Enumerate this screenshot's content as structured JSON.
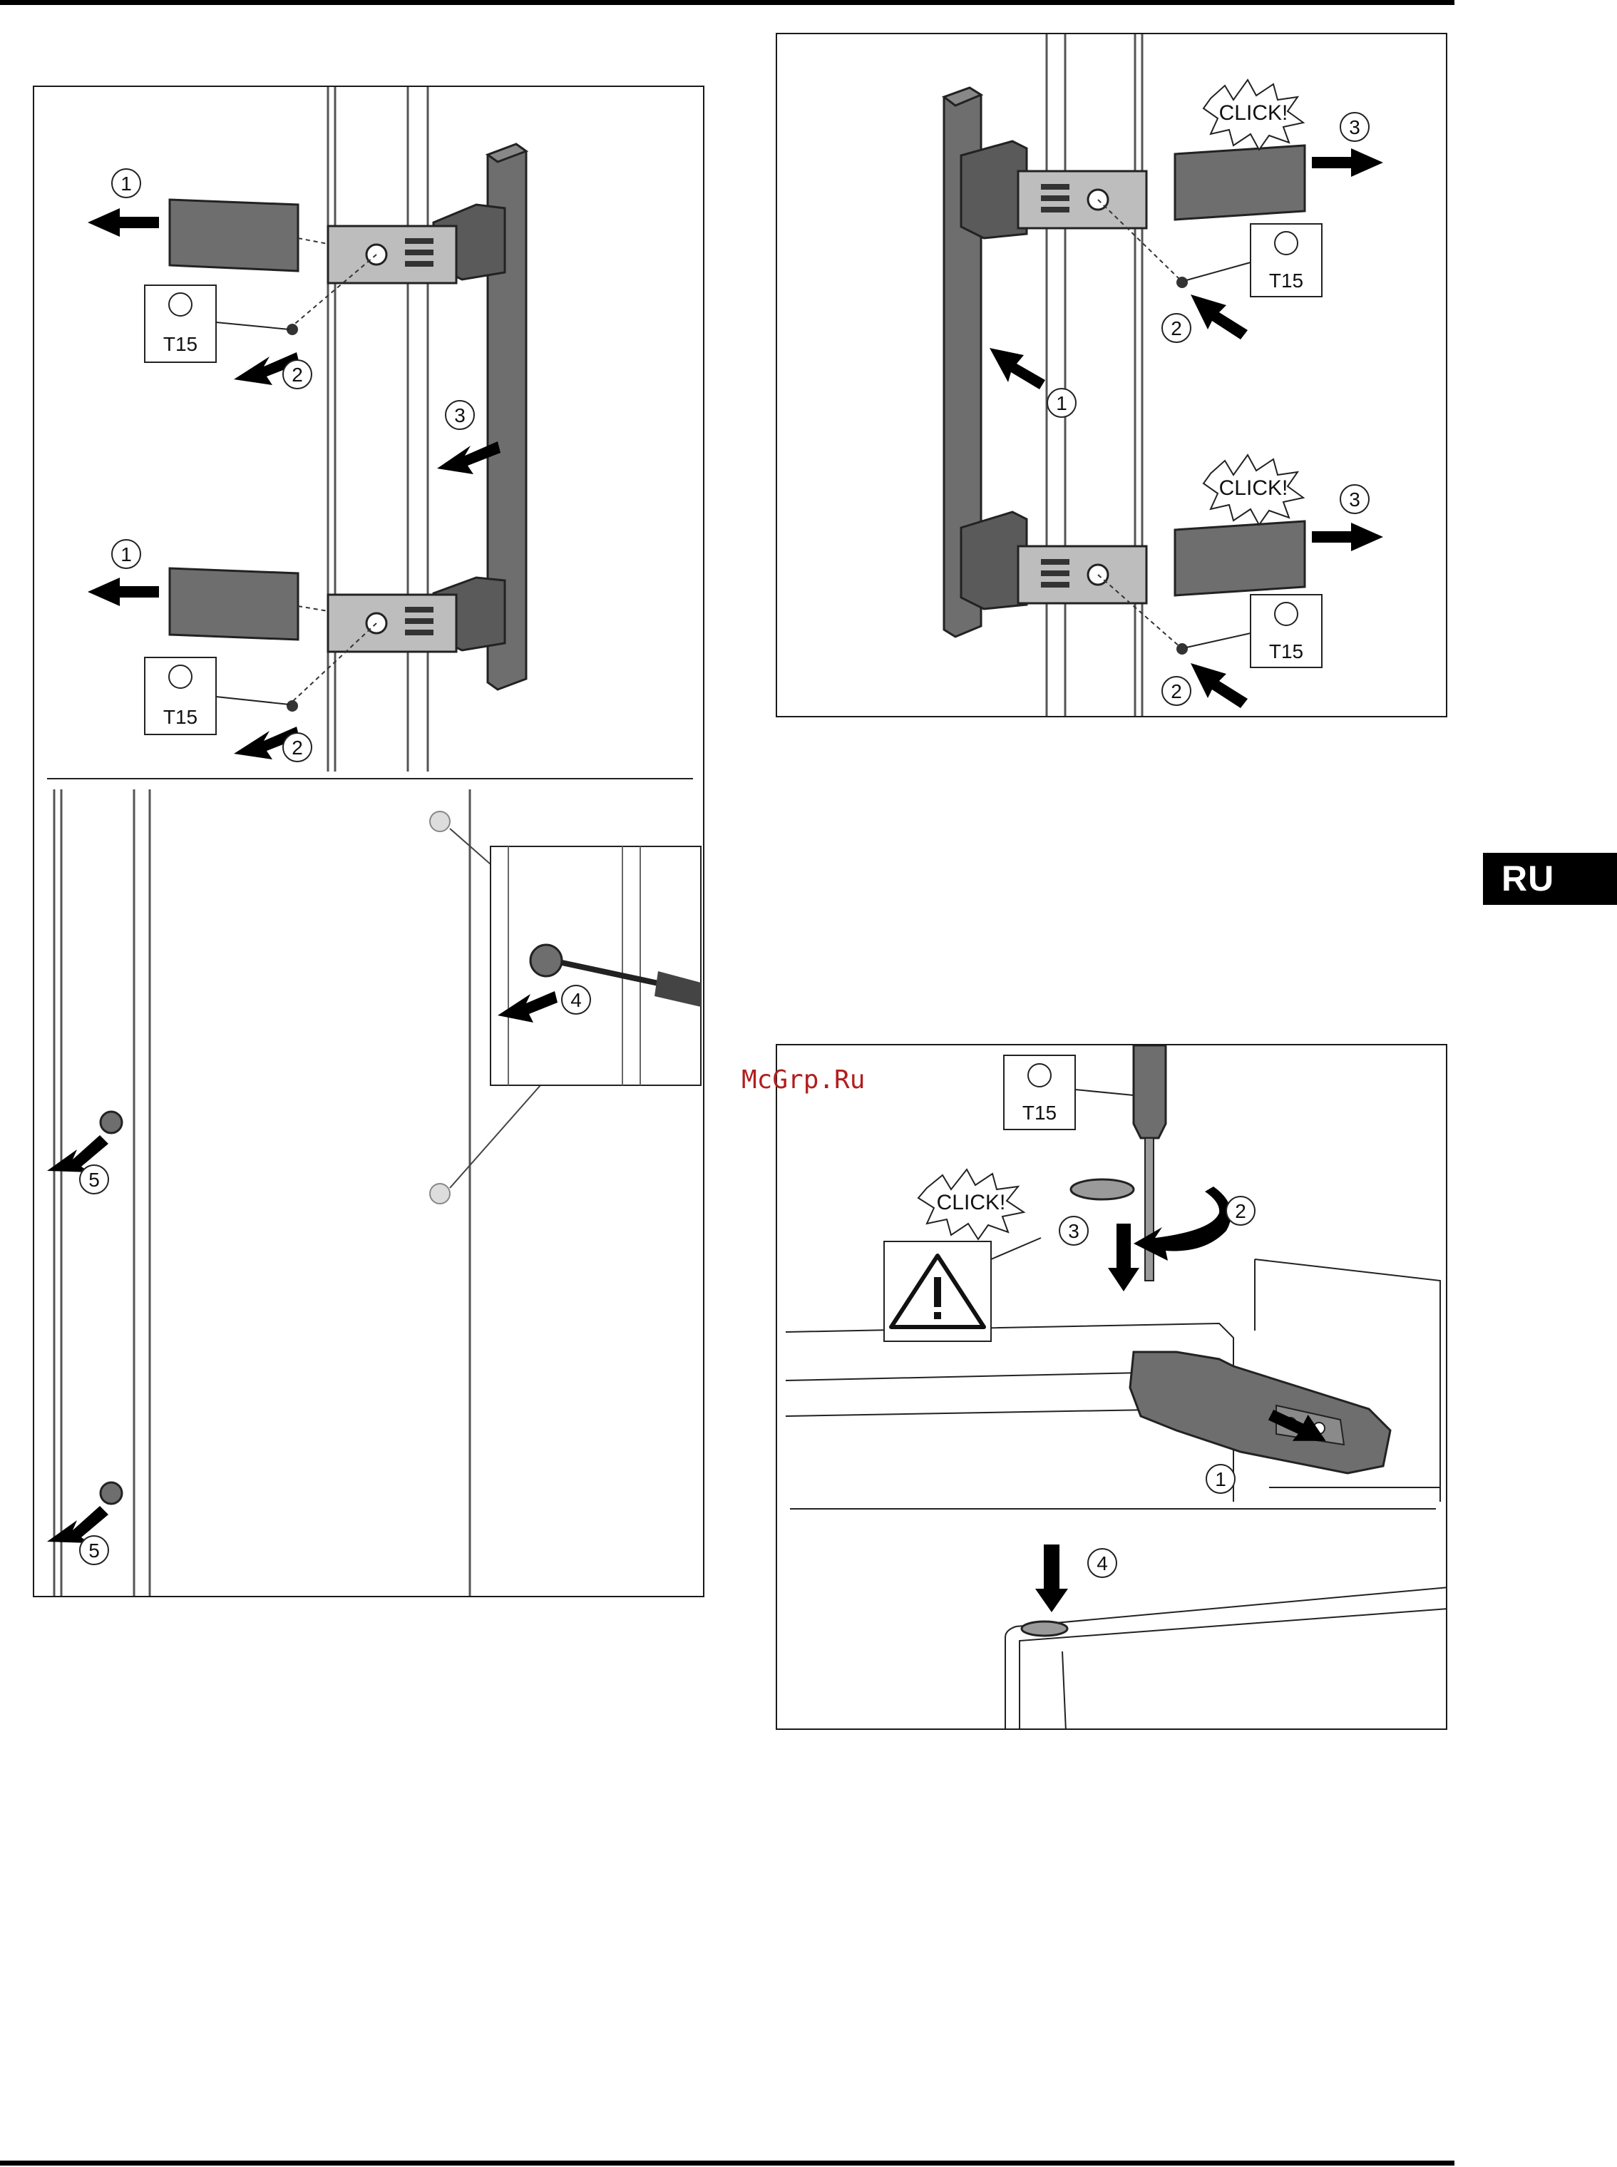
{
  "page": {
    "language_tab": "RU",
    "watermark": "McGrp.Ru"
  },
  "figure_a": {
    "tool_label": "T15",
    "steps": [
      "1",
      "2",
      "3",
      "4",
      "5"
    ]
  },
  "figure_b": {
    "tool_label": "T15",
    "click_text": "CLICK!",
    "steps": [
      "1",
      "2",
      "3"
    ]
  },
  "figure_c": {
    "tool_label": "T15",
    "click_text": "CLICK!",
    "steps": [
      "1",
      "2",
      "3",
      "4"
    ]
  },
  "colors": {
    "part_fill": "#6e6e6e",
    "part_dark": "#3c3c3c",
    "line": "#1a1a1a",
    "accent_watermark": "#b21e1e"
  }
}
